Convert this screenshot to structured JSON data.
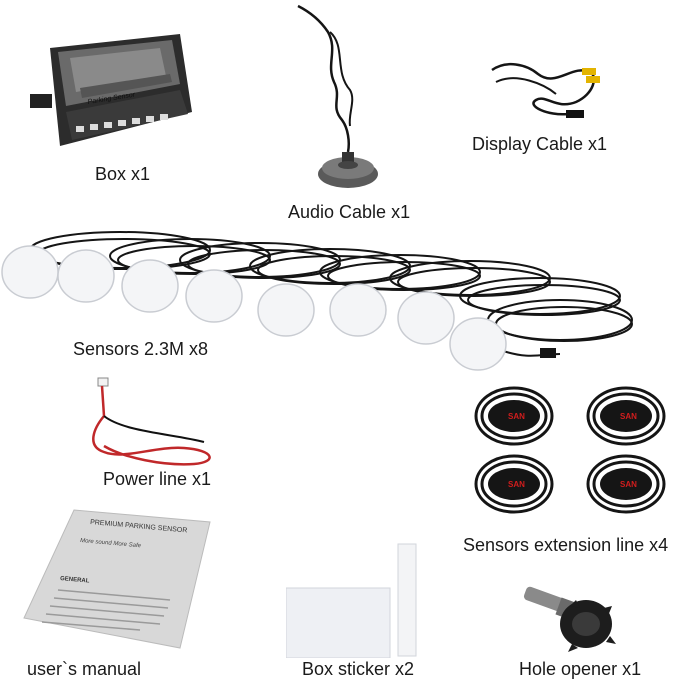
{
  "labels": {
    "box": "Box x1",
    "audio_cable": "Audio Cable x1",
    "display_cable": "Display Cable x1",
    "sensors": "Sensors 2.3M x8",
    "power_line": "Power line x1",
    "extension_line": "Sensors extension line x4",
    "manual": "user`s manual",
    "sticker": "Box sticker x2",
    "hole_opener": "Hole opener x1"
  },
  "box_device": {
    "face_text": "Parking Sensor"
  },
  "manual_doc": {
    "header_text": "PREMIUM PARKING SENSOR",
    "subtitle_text": "More sound More Safe",
    "section_text": "GENERAL"
  },
  "extension_coils": {
    "brand_text": "SAN"
  },
  "colors": {
    "cable": "#151515",
    "sensor_white": "#f4f5f7",
    "box_body": "#3a3a3a",
    "power_wire": "#c0282a",
    "brand_red": "#d21d1d"
  }
}
